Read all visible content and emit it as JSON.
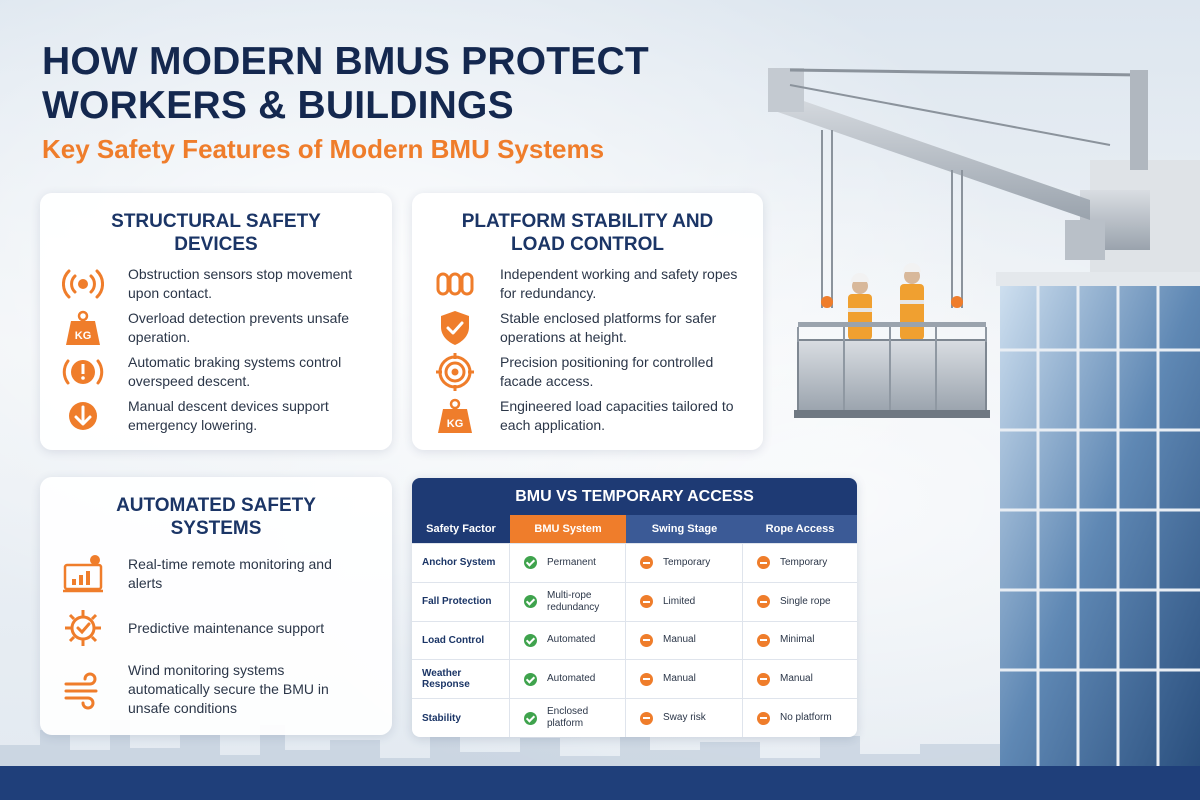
{
  "title": "HOW MODERN BMUS PROTECT WORKERS & BUILDINGS",
  "subtitle": "Key Safety Features of Modern BMU Systems",
  "colors": {
    "navy": "#1e3a74",
    "orange": "#ef7d2b",
    "green": "#3fa34d",
    "text": "#2b3648"
  },
  "cards": {
    "structural": {
      "heading": "STRUCTURAL SAFETY DEVICES",
      "items": [
        {
          "icon": "obstruction-sensor-icon",
          "text": "Obstruction sensors stop movement upon contact."
        },
        {
          "icon": "kg-weight-icon",
          "text": "Overload detection prevents unsafe operation."
        },
        {
          "icon": "alert-brake-icon",
          "text": "Automatic braking systems control overspeed descent."
        },
        {
          "icon": "down-arrow-icon",
          "text": "Manual descent devices support emergency lowering."
        }
      ]
    },
    "platform": {
      "heading": "PLATFORM STABILITY AND LOAD CONTROL",
      "items": [
        {
          "icon": "ropes-icon",
          "text": "Independent working and safety ropes for redundancy."
        },
        {
          "icon": "shield-check-icon",
          "text": "Stable enclosed platforms for safer operations at height."
        },
        {
          "icon": "target-icon",
          "text": "Precision positioning for controlled facade access."
        },
        {
          "icon": "kg-weight-icon",
          "text": "Engineered load capacities tailored to each application."
        }
      ]
    },
    "automated": {
      "heading": "AUTOMATED SAFETY SYSTEMS",
      "items": [
        {
          "icon": "monitor-alert-icon",
          "text": "Real-time remote monitoring and alerts"
        },
        {
          "icon": "gear-check-icon",
          "text": "Predictive maintenance support"
        },
        {
          "icon": "wind-icon",
          "text": "Wind monitoring systems automatically secure the BMU in unsafe conditions"
        }
      ]
    }
  },
  "comparison": {
    "title": "BMU VS TEMPORARY ACCESS",
    "headers": [
      "Safety Factor",
      "BMU System",
      "Swing Stage",
      "Rope Access"
    ],
    "rows": [
      {
        "factor": "Anchor System",
        "bmu": "Permanent",
        "swing": "Temporary",
        "rope": "Temporary"
      },
      {
        "factor": "Fall Protection",
        "bmu": "Multi-rope redundancy",
        "swing": "Limited",
        "rope": "Single rope"
      },
      {
        "factor": "Load Control",
        "bmu": "Automated",
        "swing": "Manual",
        "rope": "Minimal"
      },
      {
        "factor": "Weather Response",
        "bmu": "Automated",
        "swing": "Manual",
        "rope": "Manual"
      },
      {
        "factor": "Stability",
        "bmu": "Enclosed platform",
        "swing": "Sway risk",
        "rope": "No platform"
      }
    ]
  }
}
